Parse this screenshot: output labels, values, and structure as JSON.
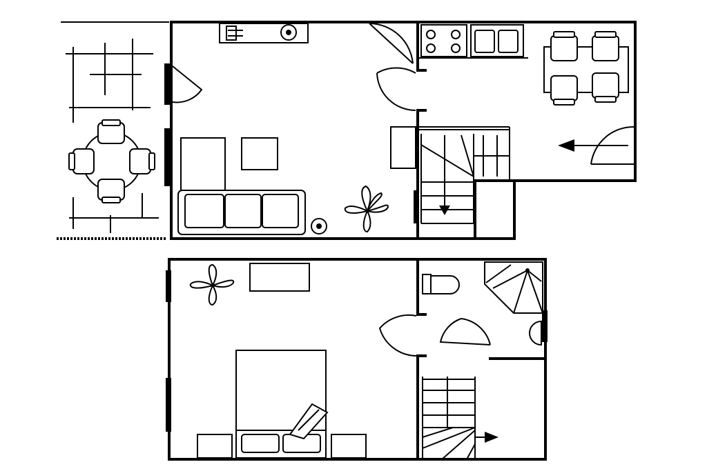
{
  "diagram": {
    "type": "floor-plan",
    "levels": [
      "ground-floor",
      "upper-floor"
    ],
    "labels": [],
    "colors": {
      "line": "#000000",
      "background": "#ffffff"
    }
  }
}
